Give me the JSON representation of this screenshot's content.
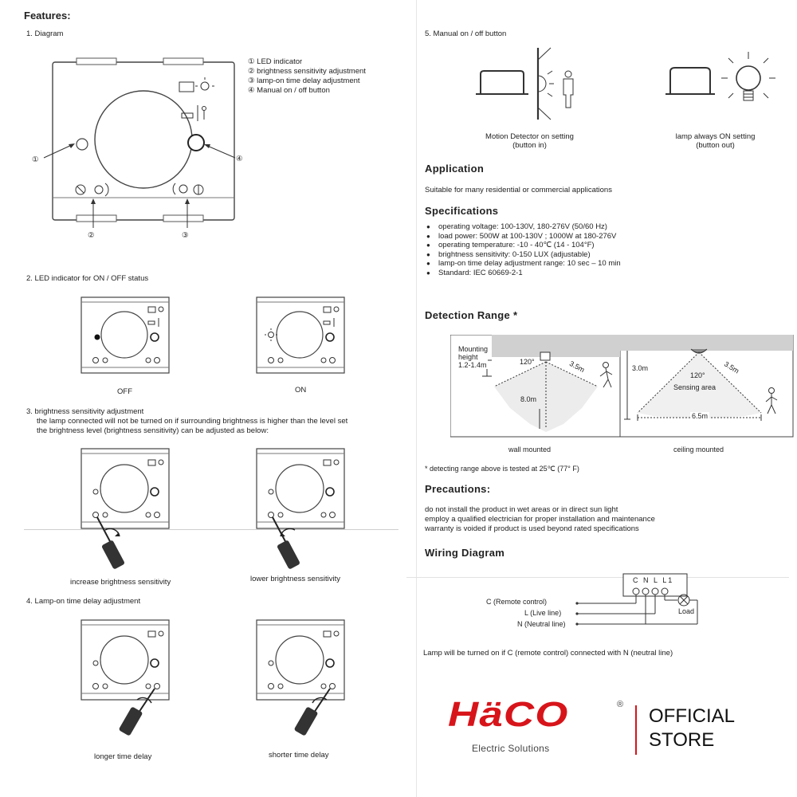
{
  "features": {
    "title": "Features:",
    "s1": "1. Diagram",
    "legend": [
      "① LED indicator",
      "② brightness sensitivity adjustment",
      "③ lamp-on time delay adjustment",
      "④ Manual on / off button"
    ],
    "callouts": [
      "①",
      "②",
      "③",
      "④"
    ],
    "s2": "2. LED indicator for ON / OFF status",
    "off": "OFF",
    "on": "ON",
    "s3": "3. brightness sensitivity adjustment",
    "s3_l1": "the lamp connected will not be turned on if surrounding brightness is higher than the level set",
    "s3_l2": "the brightness level (brightness sensitivity) can be adjusted as below:",
    "inc": "increase brightness sensitivity",
    "low": "lower brightness sensitivity",
    "s4": "4. Lamp-on time delay adjustment",
    "longer": "longer time delay",
    "shorter": "shorter time delay"
  },
  "manual": {
    "title": "5. Manual on / off button",
    "motion_l1": "Motion Detector on setting",
    "motion_l2": "(button in)",
    "lamp_l1": "lamp always ON setting",
    "lamp_l2": "(button out)"
  },
  "application": {
    "title": "Application",
    "text": "Suitable for many residential or commercial applications"
  },
  "specifications": {
    "title": "Specifications",
    "items": [
      "operating voltage: 100-130V, 180-276V (50/60 Hz)",
      "load power: 500W at 100-130V ; 1000W at 180-276V",
      "operating temperature: -10 - 40℃ (14 - 104°F)",
      "brightness sensitivity: 0-150 LUX (adjustable)",
      "lamp-on time delay adjustment range: 10 sec – 10 min",
      "Standard:   IEC 60669-2-1"
    ]
  },
  "detection": {
    "title": "Detection Range *",
    "mount_l1": "Mounting",
    "mount_l2": "height",
    "mount_l3": "1.2-1.4m",
    "angle": "120°",
    "dist_35": "3.5m",
    "dist_8": "8.0m",
    "height_3": "3.0m",
    "sensing": "Sensing area",
    "dist_65": "6.5m",
    "wall": "wall mounted",
    "ceiling": "ceiling mounted",
    "note": "* detecting range above is tested at 25℃ (77° F)"
  },
  "precautions": {
    "title": "Precautions:",
    "lines": [
      "do not install the product in wet areas or in direct sun light",
      "employ a qualified electrician for proper installation and maintenance",
      "warranty is voided if product is used beyond rated specifications"
    ]
  },
  "wiring": {
    "title": "Wiring Diagram",
    "terminals": [
      "C",
      "N",
      "L",
      "L1"
    ],
    "c_label": "C (Remote control)",
    "l_label": "L  (Live line)",
    "n_label": "N (Neutral line)",
    "load": "Load",
    "note": "Lamp will be turned on if C (remote control) connected with N (neutral line)"
  },
  "brand": {
    "logo": "HäCO",
    "reg": "®",
    "tagline": "Electric Solutions",
    "official": "OFFICIAL",
    "store": "STORE",
    "color": "#d7141a"
  }
}
